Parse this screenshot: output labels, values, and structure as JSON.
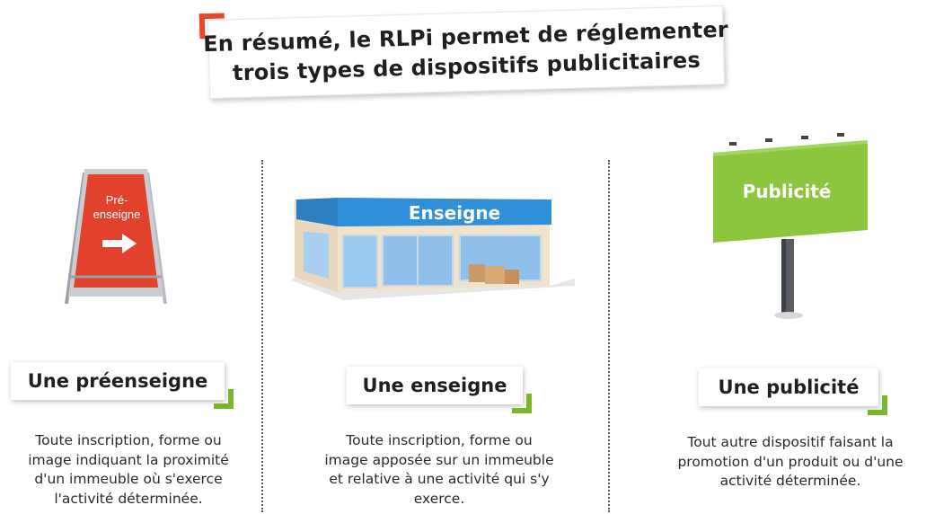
{
  "title": {
    "line1": "En résumé, le RLPi permet de réglementer",
    "line2": "trois types de dispositifs publicitaires"
  },
  "items": [
    {
      "sign_text_1": "Pré-",
      "sign_text_2": "enseigne",
      "label": "Une préenseigne",
      "desc": [
        "Toute inscription, forme ou",
        "image indiquant la proximité",
        "d'un immeuble où s'exerce",
        "l'activité déterminée."
      ]
    },
    {
      "sign_text_1": "Enseigne",
      "label": "Une enseigne",
      "desc": [
        "Toute inscription, forme ou",
        "image apposée sur un immeuble",
        "et relative à une activité qui s'y",
        "exerce."
      ]
    },
    {
      "sign_text_1": "Publicité",
      "label": "Une publicité",
      "desc": [
        "Tout autre dispositif faisant la",
        "promotion d'un produit ou d'une",
        "activité déterminée."
      ]
    }
  ],
  "colors": {
    "accent_red": "#e8472a",
    "accent_green": "#7bb62c",
    "sign_red": "#e2412b",
    "enseigne_blue": "#2f8fd8",
    "billboard_green": "#8cc63f"
  }
}
